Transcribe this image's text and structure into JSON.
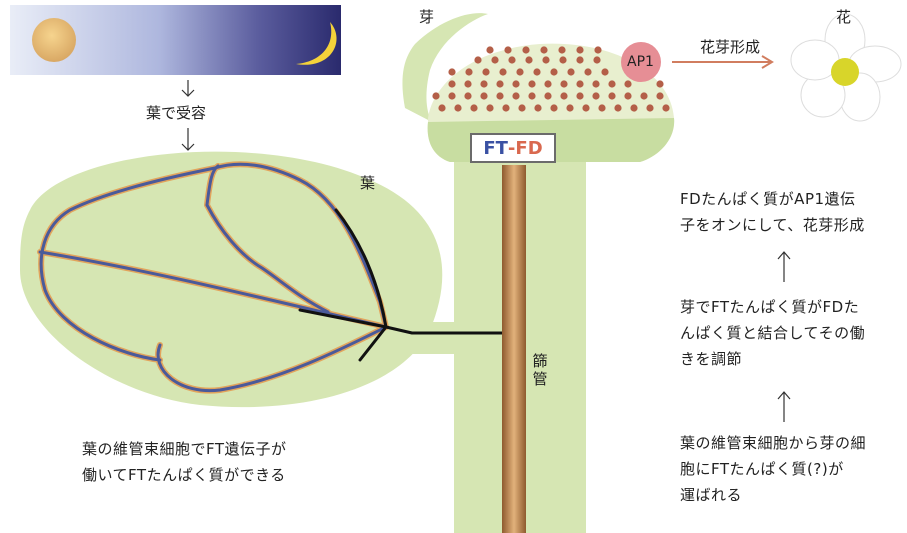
{
  "labels": {
    "bud": "芽",
    "flower": "花",
    "leaf": "葉",
    "receive": "葉で受容",
    "ap1": "AP1",
    "flower_bud_formation": "花芽形成",
    "ft": "FT",
    "dash": "-",
    "fd": "FD",
    "phloem": "篩管"
  },
  "notes": {
    "leaf_note": [
      "葉の維管束細胞でFT遺伝子が",
      "働いてFTたんぱく質ができる"
    ],
    "step1": [
      "FDたんぱく質がAP1遺伝",
      "子をオンにして、花芽形成"
    ],
    "step2": [
      "芽でFTたんぱく質がFDた",
      "んぱく質と結合してその働",
      "きを調節"
    ],
    "step3": [
      "葉の維管束細胞から芽の細",
      "胞にFTたんぱく質(?)が",
      "運ばれる"
    ]
  },
  "colors": {
    "leaf_fill": "#d6e6b3",
    "bud_fill": "#e8efcf",
    "dots": "#b45f48",
    "vein_blue": "#4a5a9a",
    "vein_orange": "#e2a45c",
    "ap1": "#e68e95",
    "arrow": "#d17d5f",
    "ft_blue": "#3a51a3",
    "fd_red": "#d9694f",
    "phloem": "#b7814a"
  }
}
